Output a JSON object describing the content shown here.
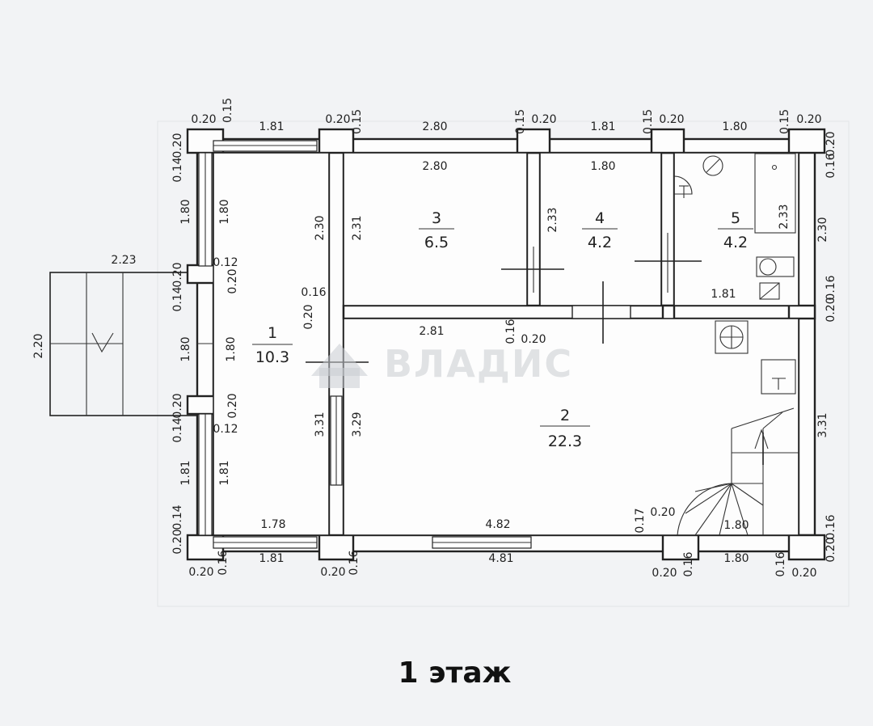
{
  "watermark": "ВЛАДИС",
  "floor_label": "1 этаж",
  "rooms": [
    {
      "num": "1",
      "area": "10.3"
    },
    {
      "num": "2",
      "area": "22.3"
    },
    {
      "num": "3",
      "area": "6.5"
    },
    {
      "num": "4",
      "area": "4.2"
    },
    {
      "num": "5",
      "area": "4.2"
    }
  ],
  "dims_top": [
    "0.20",
    "0.15",
    "1.81",
    "0.20",
    "0.15",
    "2.80",
    "0.15",
    "0.20",
    "1.81",
    "0.15",
    "0.20",
    "1.80",
    "0.15",
    "0.20"
  ],
  "dims_inner_top": [
    "2.80",
    "1.80"
  ],
  "dims_right": [
    "0.20",
    "0.16",
    "2.30",
    "0.16",
    "0.20",
    "3.31",
    "0.16",
    "0.20"
  ],
  "dims_left": [
    "0.20",
    "0.14",
    "1.80",
    "1.80",
    "0.12",
    "0.20",
    "0.20",
    "0.14",
    "1.80",
    "1.80",
    "0.20",
    "0.20",
    "0.14",
    "0.12",
    "1.81",
    "1.81",
    "0.14",
    "0.20"
  ],
  "dims_porch": [
    "2.23",
    "2.20"
  ],
  "dims_partitions": [
    "2.30",
    "2.31",
    "2.33",
    "2.33",
    "0.16",
    "0.20",
    "2.81",
    "0.16",
    "0.20",
    "1.81",
    "3.31",
    "3.29",
    "0.17",
    "0.20",
    "1.80"
  ],
  "dims_bottom_inner": [
    "1.78",
    "4.82"
  ],
  "dims_bottom": [
    "0.20",
    "0.16",
    "1.81",
    "0.20",
    "0.16",
    "4.81",
    "0.20",
    "0.16",
    "1.80",
    "0.16",
    "0.20"
  ]
}
